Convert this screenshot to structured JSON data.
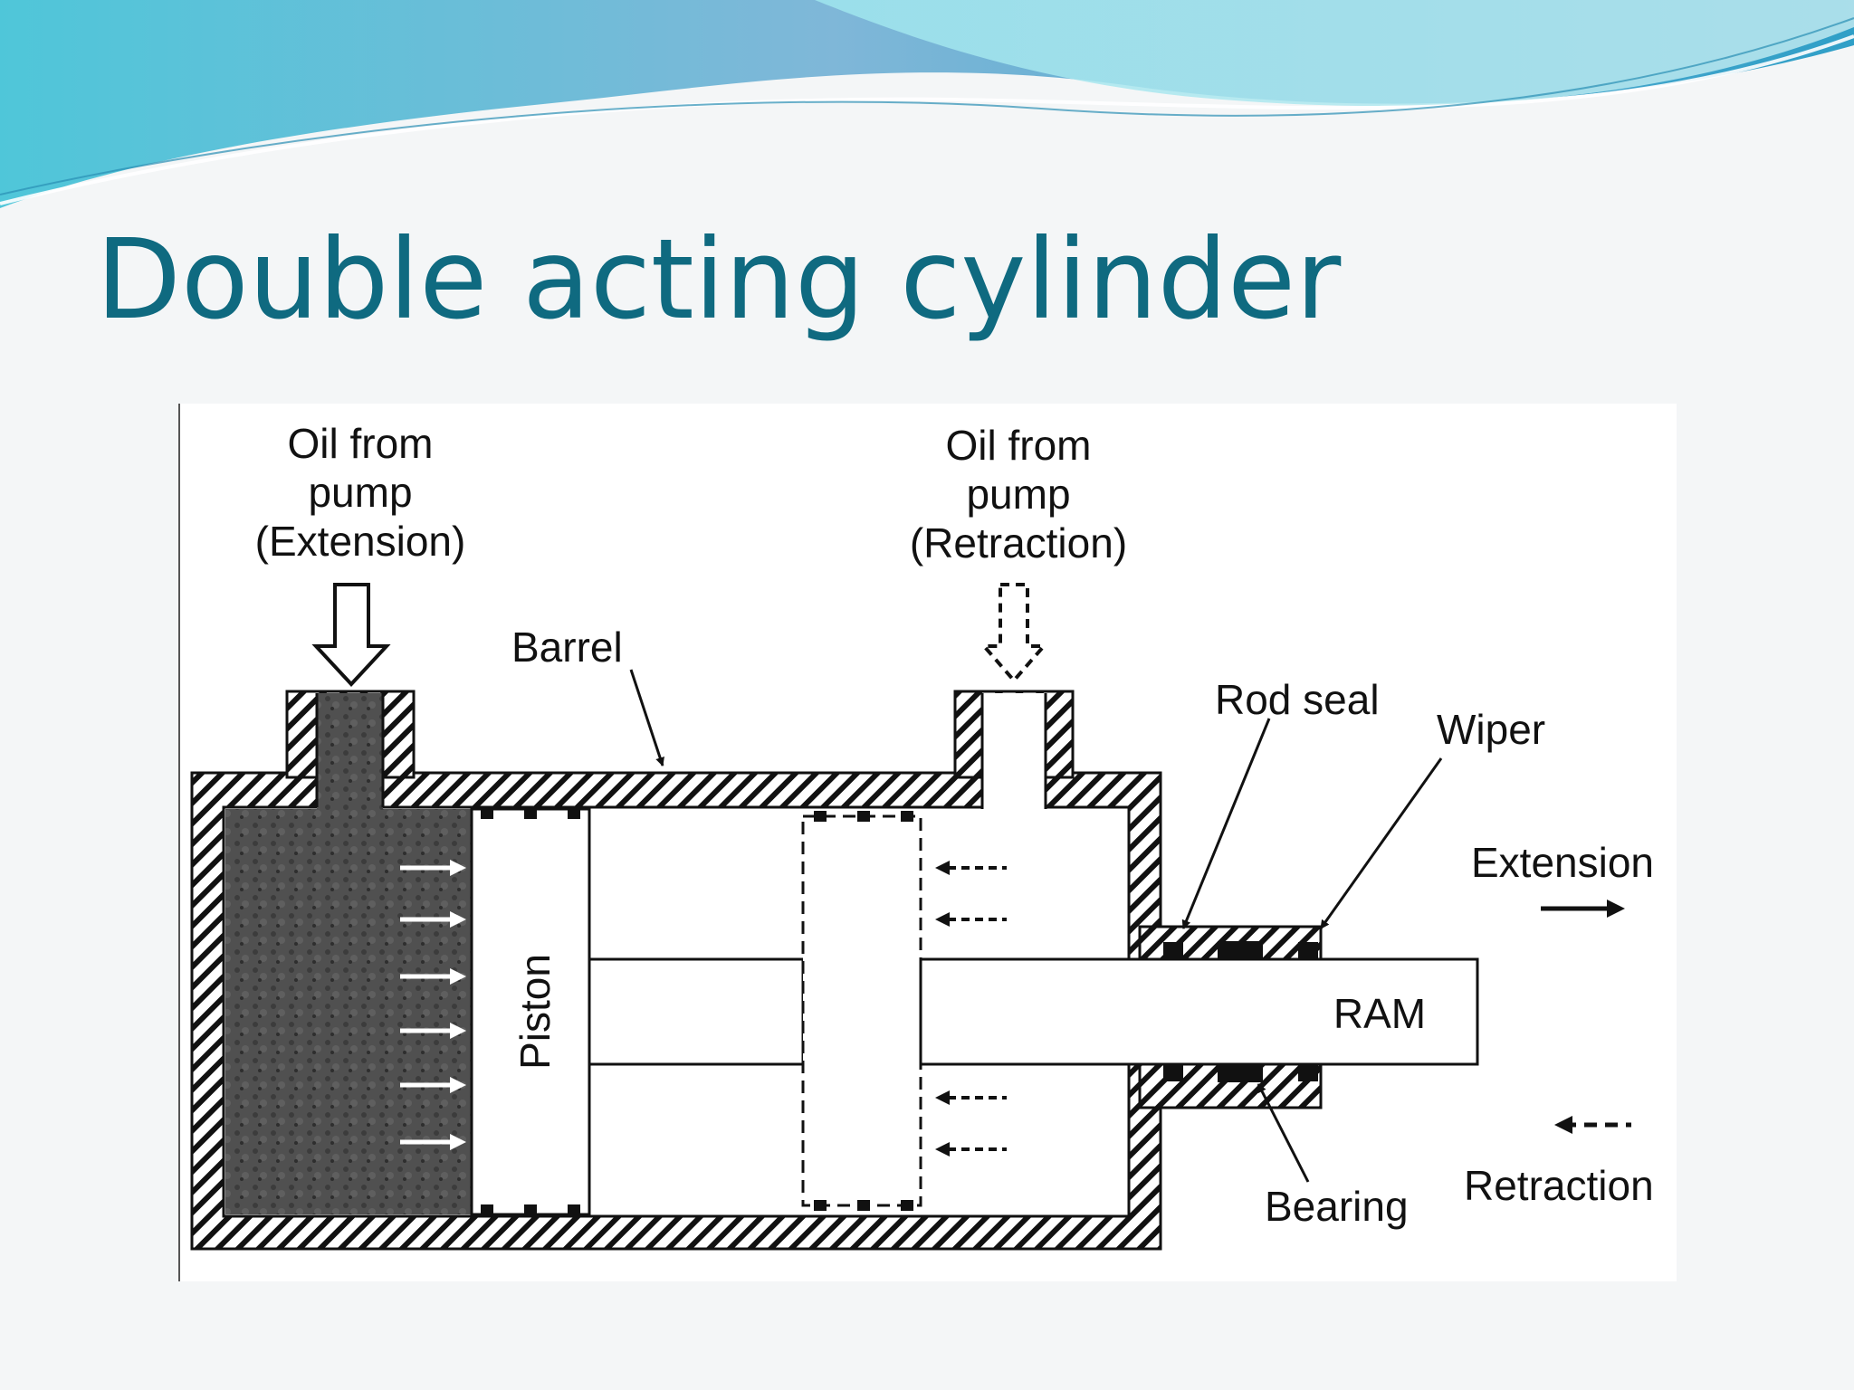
{
  "slide": {
    "title": "Double acting cylinder"
  },
  "theme": {
    "title_color": "#0f6a80",
    "wave_color_dark": "#3aa6c9",
    "wave_color_light": "#8fdde8",
    "background": "#f4f6f7"
  },
  "diagram": {
    "inlet_extension": {
      "line1": "Oil from",
      "line2": "pump",
      "line3": "(Extension)"
    },
    "inlet_retraction": {
      "line1": "Oil from",
      "line2": "pump",
      "line3": "(Retraction)"
    },
    "labels": {
      "barrel": "Barrel",
      "rod_seal": "Rod seal",
      "wiper": "Wiper",
      "extension": "Extension",
      "ram": "RAM",
      "piston": "Piston",
      "bearing": "Bearing",
      "retraction": "Retraction"
    }
  }
}
